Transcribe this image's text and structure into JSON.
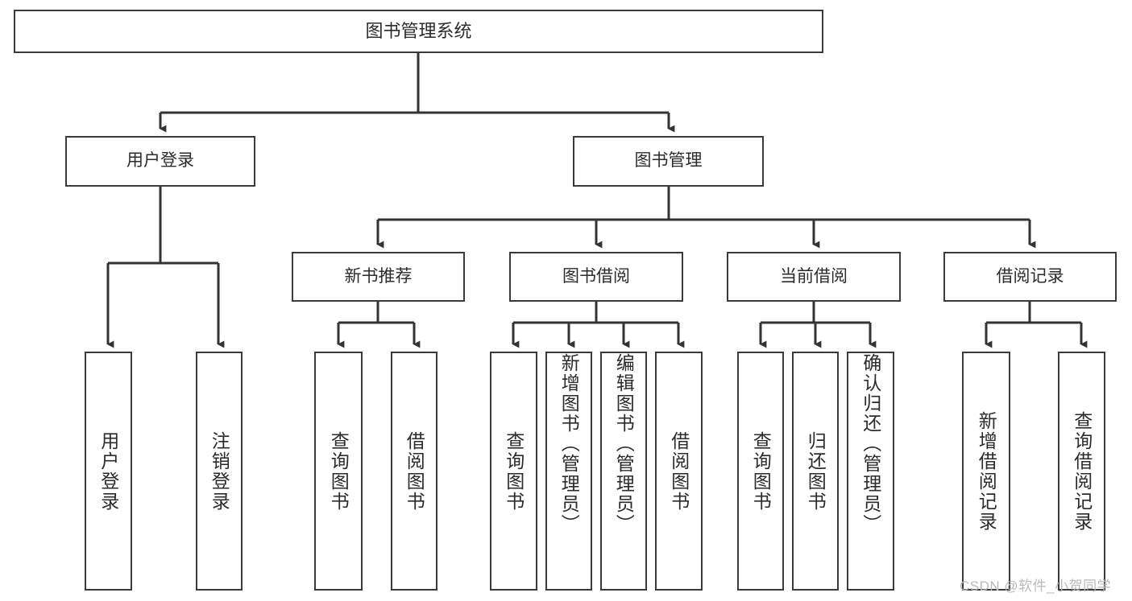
{
  "diagram": {
    "title": "图书管理系统",
    "type": "tree",
    "root": {
      "id": "root",
      "label": "图书管理系统"
    },
    "level2": [
      {
        "id": "user-login",
        "label": "用户登录"
      },
      {
        "id": "book-manage",
        "label": "图书管理"
      }
    ],
    "level3": [
      {
        "id": "new-book-rec",
        "label": "新书推荐"
      },
      {
        "id": "book-borrow",
        "label": "图书借阅"
      },
      {
        "id": "current-borrow",
        "label": "当前借阅"
      },
      {
        "id": "borrow-record",
        "label": "借阅记录"
      }
    ],
    "leaves": {
      "user_login": [
        {
          "id": "leaf-user-login",
          "label": "用户登录"
        },
        {
          "id": "leaf-logout",
          "label": "注销登录"
        }
      ],
      "new_book_rec": [
        {
          "id": "leaf-query-book-1",
          "label": "查询图书"
        },
        {
          "id": "leaf-borrow-book-1",
          "label": "借阅图书"
        }
      ],
      "book_borrow": [
        {
          "id": "leaf-query-book-2",
          "label": "查询图书"
        },
        {
          "id": "leaf-add-book",
          "label": "新增图书（管理员）"
        },
        {
          "id": "leaf-edit-book",
          "label": "编辑图书（管理员）"
        },
        {
          "id": "leaf-borrow-book-2",
          "label": "借阅图书"
        }
      ],
      "current_borrow": [
        {
          "id": "leaf-query-book-3",
          "label": "查询图书"
        },
        {
          "id": "leaf-return-book",
          "label": "归还图书"
        },
        {
          "id": "leaf-confirm-return",
          "label": "确认归还（管理员）"
        }
      ],
      "borrow_record": [
        {
          "id": "leaf-add-record",
          "label": "新增借阅记录"
        },
        {
          "id": "leaf-query-record",
          "label": "查询借阅记录"
        }
      ]
    },
    "colors": {
      "border": "#3a3a3a",
      "text": "#2b2b2b",
      "background": "#ffffff",
      "connector": "#333333",
      "watermark": "#b9b9b9"
    }
  },
  "watermark": {
    "text": "CSDN @软件_小贺同学"
  }
}
